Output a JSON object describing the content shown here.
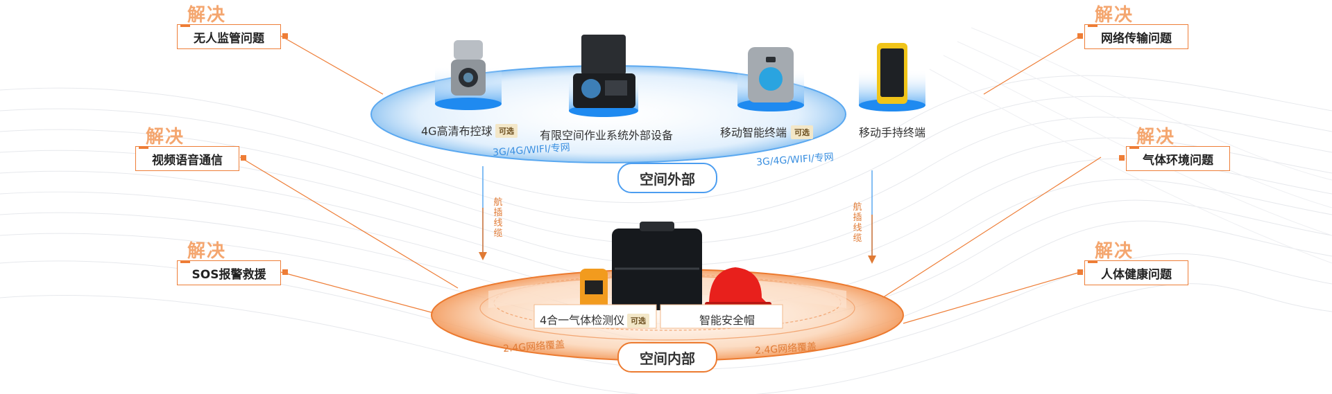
{
  "callouts": {
    "kicker": "解决",
    "unmanned": "无人监管问题",
    "video_voice": "视频语音通信",
    "sos": "SOS报警救援",
    "network": "网络传输问题",
    "gas": "气体环境问题",
    "health": "人体健康问题"
  },
  "outside": {
    "zone_label": "空间外部",
    "network_label": "3G/4G/WIFI/专网",
    "devices": {
      "dome": "4G高清布控球",
      "outer_equipment": "有限空间作业系统外部设备",
      "mobile_terminal": "移动智能终端",
      "handheld": "移动手持终端"
    },
    "optional_tag": "可选"
  },
  "inside": {
    "zone_label": "空间内部",
    "network_label": "2.4G网络覆盖",
    "devices": {
      "detector": "4合一气体检测仪",
      "helmet": "智能安全帽"
    }
  },
  "link_label": "航插线缆",
  "colors": {
    "accent_orange": "#ee7d36",
    "accent_blue": "#4b9df0",
    "kicker": "#f4a66f"
  }
}
